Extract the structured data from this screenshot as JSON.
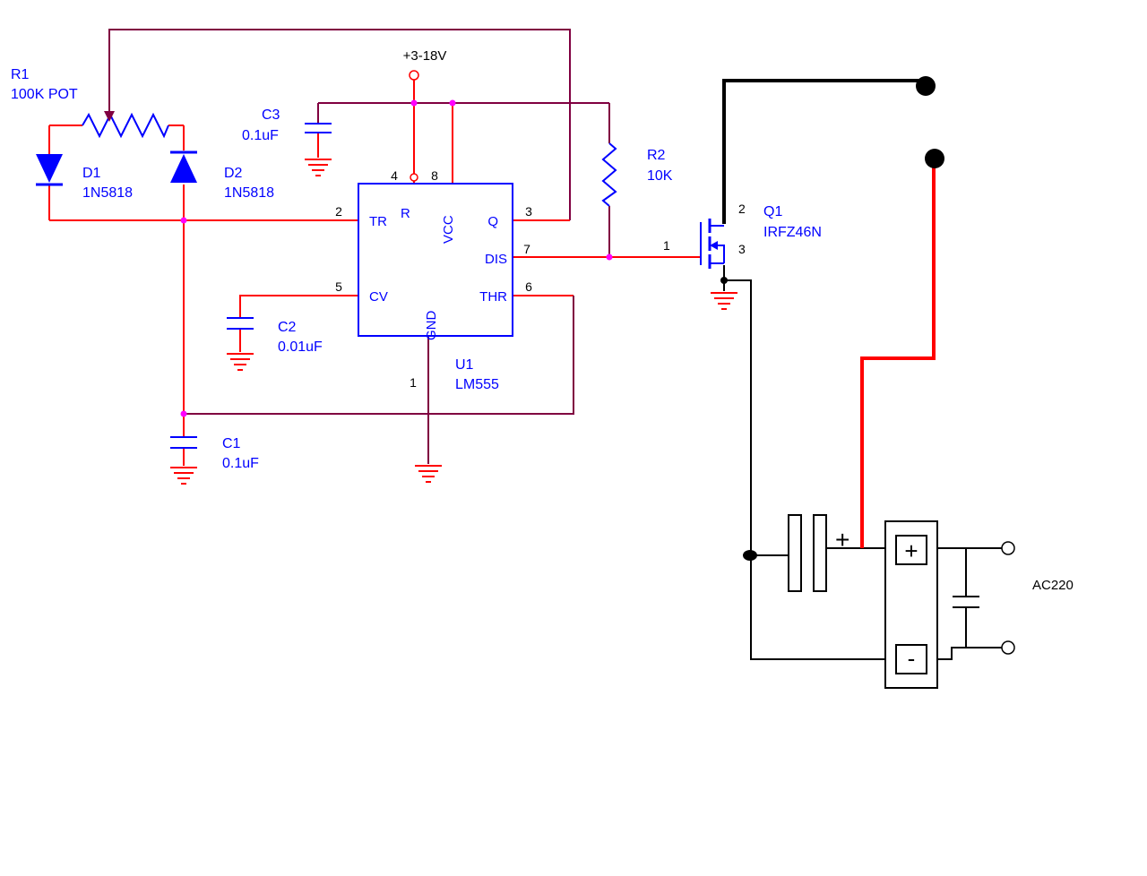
{
  "schematic": {
    "power_label": "+3-18V",
    "ac_label": "AC220",
    "plus_terminal": "+",
    "rect_plus": "+",
    "rect_minus": "-",
    "components": {
      "r1": {
        "ref": "R1",
        "value": "100K POT"
      },
      "r2": {
        "ref": "R2",
        "value": "10K"
      },
      "c1": {
        "ref": "C1",
        "value": "0.1uF"
      },
      "c2": {
        "ref": "C2",
        "value": "0.01uF"
      },
      "c3": {
        "ref": "C3",
        "value": "0.1uF"
      },
      "d1": {
        "ref": "D1",
        "value": "1N5818"
      },
      "d2": {
        "ref": "D2",
        "value": "1N5818"
      },
      "q1": {
        "ref": "Q1",
        "value": "IRFZ46N",
        "pin_drain": "2",
        "pin_source": "3",
        "pin_gate": "1"
      },
      "u1": {
        "ref": "U1",
        "value": "LM555"
      }
    },
    "ic_pins": {
      "tr": {
        "name": "TR",
        "number": "2"
      },
      "cv": {
        "name": "CV",
        "number": "5"
      },
      "reset": {
        "name": "R",
        "number": "4"
      },
      "vcc": {
        "name": "VCC",
        "number": "8"
      },
      "out": {
        "name": "Q",
        "number": "3"
      },
      "dis": {
        "name": "DIS",
        "number": "7"
      },
      "thr": {
        "name": "THR",
        "number": "6"
      },
      "gnd": {
        "name": "GND",
        "number": "1"
      }
    },
    "colors": {
      "wire_maroon": "#800040",
      "wire_red": "#ff0000",
      "component_blue": "#0000ff",
      "junction_magenta": "#ff00ff",
      "black": "#000000"
    }
  }
}
